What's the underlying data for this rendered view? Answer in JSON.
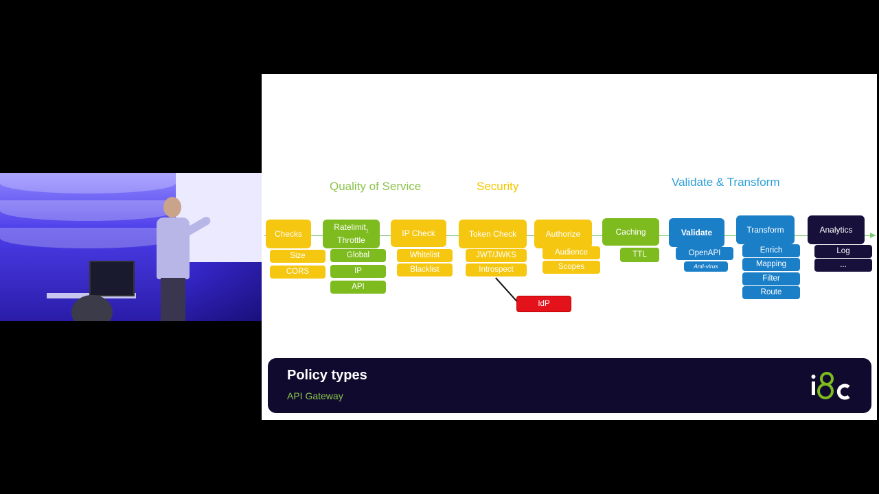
{
  "sections": {
    "quality_of_service": "Quality of Service",
    "security": "Security",
    "validate_transform": "Validate & Transform"
  },
  "policies": {
    "checks": {
      "label": "Checks",
      "items": [
        "Size",
        "CORS"
      ]
    },
    "ratelimit": {
      "label_line1": "Ratelimit",
      "subscript": "1",
      "label_line2": "Throttle",
      "items": [
        "Global",
        "IP",
        "API"
      ]
    },
    "ip_check": {
      "label": "IP Check",
      "items": [
        "Whitelist",
        "Blacklist"
      ]
    },
    "token_check": {
      "label": "Token Check",
      "items": [
        "JWT/JWKS",
        "Introspect"
      ],
      "external": "IdP"
    },
    "authorize": {
      "label": "Authorize",
      "items": [
        "Audience",
        "Scopes"
      ]
    },
    "caching": {
      "label": "Caching",
      "items": [
        "TTL"
      ]
    },
    "validate": {
      "label": "Validate",
      "items": [
        "OpenAPI"
      ],
      "note": "Anti-virus"
    },
    "transform": {
      "label": "Transform",
      "items": [
        "Enrich",
        "Mapping",
        "Filter",
        "Route"
      ]
    },
    "analytics": {
      "label": "Analytics",
      "items": [
        "Log",
        "..."
      ]
    }
  },
  "colors": {
    "yellow": "#f5c710",
    "green": "#7dbb1e",
    "blue": "#1b7fc8",
    "navy": "#16103a",
    "red": "#e3121b"
  },
  "banner": {
    "title": "Policy types",
    "subtitle": "API Gateway",
    "logo": "i8c-logo"
  }
}
